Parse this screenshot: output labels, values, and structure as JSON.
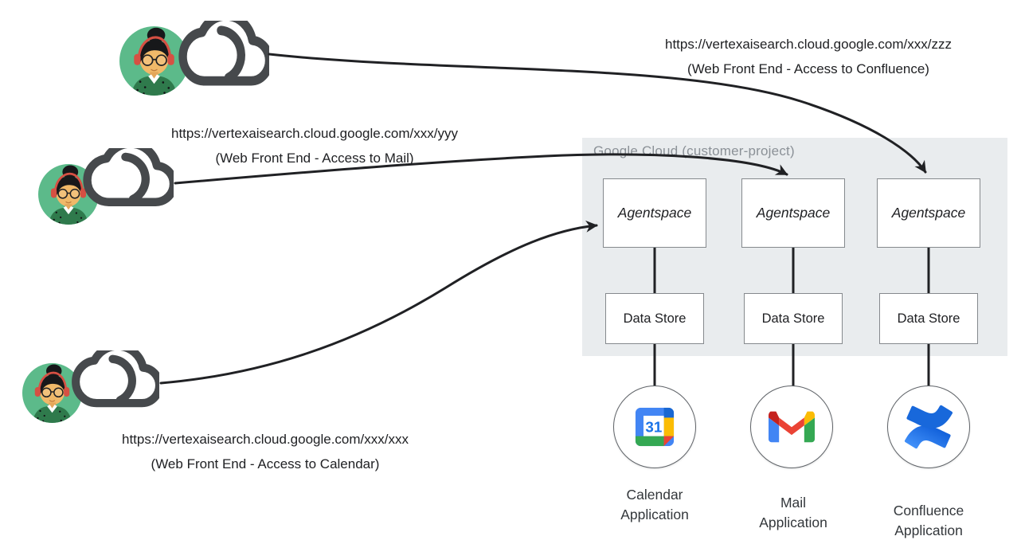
{
  "request_labels": [
    {
      "url": "https://vertexaisearch.cloud.google.com/xxx/zzz",
      "caption": "(Web Front End - Access to Confluence)"
    },
    {
      "url": "https://vertexaisearch.cloud.google.com/xxx/yyy",
      "caption": "(Web Front End - Access to Mail)"
    },
    {
      "url": "https://vertexaisearch.cloud.google.com/xxx/xxx",
      "caption": "(Web Front End - Access to Calendar)"
    }
  ],
  "google_cloud": {
    "label": "Google Cloud (customer-project)"
  },
  "columns": [
    {
      "agent": "Agentspace",
      "datastore": "Data Store",
      "app": {
        "line1": "Calendar",
        "line2": "Application"
      },
      "icon": "google-calendar-logo",
      "icon_text": "31"
    },
    {
      "agent": "Agentspace",
      "datastore": "Data Store",
      "app": {
        "line1": "Mail",
        "line2": "Application"
      },
      "icon": "gmail-logo"
    },
    {
      "agent": "Agentspace",
      "datastore": "Data Store",
      "app": {
        "line1": "Confluence",
        "line2": "Application"
      },
      "icon": "confluence-logo"
    }
  ],
  "icons": {
    "user": "woman-with-headset-avatar",
    "cloud": "cloud-outline"
  },
  "colors": {
    "container_bg": "#e9ecee",
    "container_label": "#8b9197",
    "box_border": "#85898d",
    "box_bg": "#ffffff",
    "line": "#202124",
    "text": "#202124",
    "avatar_bg": "#5cba8a",
    "cloud_stroke": "#46494c",
    "calendar_blue": "#4285f4",
    "calendar_dark_blue": "#1967d2",
    "calendar_yellow": "#fbbc04",
    "calendar_green": "#34a853",
    "calendar_red": "#ea4335",
    "gmail_blue": "#4285f4",
    "gmail_red": "#ea4335",
    "gmail_dark_red": "#c5221f",
    "gmail_yellow": "#fbbc04",
    "gmail_green": "#34a853",
    "confluence_blue": "#1868db"
  }
}
